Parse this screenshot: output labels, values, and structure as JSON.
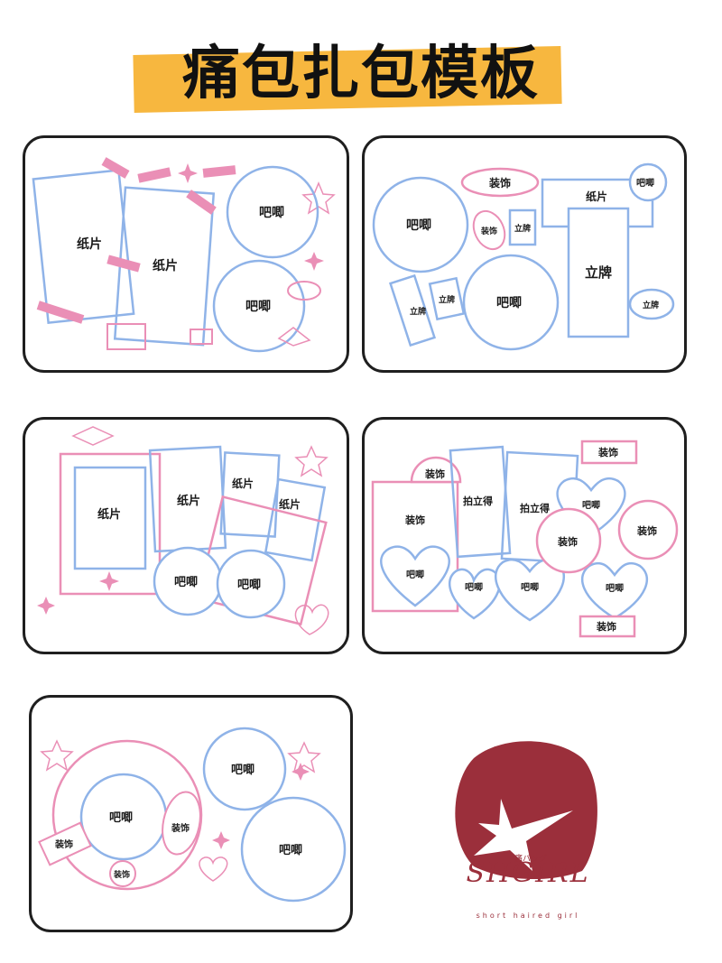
{
  "title": "痛包扎包模板",
  "colors": {
    "blue": "#8fb3e8",
    "pink": "#ea8fb6",
    "accent": "#f7b73f",
    "brand": "#9b2f3b"
  },
  "labels": {
    "card": "纸片",
    "badge": "吧唧",
    "deco": "装饰",
    "stand": "立牌",
    "polaroid": "拍立得"
  },
  "brand": {
    "name": "SHGIRL",
    "jp": "痛バッグ",
    "tagline": "short haired girl"
  }
}
